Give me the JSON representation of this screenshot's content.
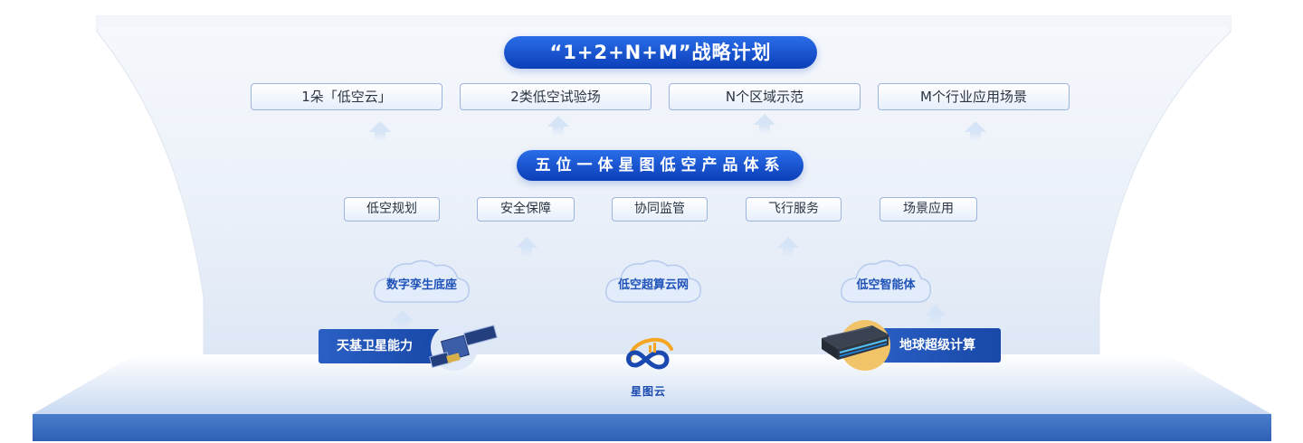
{
  "title": "“1+2+N+M”战略计划",
  "top_items": [
    {
      "label": "1朵「低空云」"
    },
    {
      "label": "2类低空试验场"
    },
    {
      "label": "N个区域示范"
    },
    {
      "label": "M个行业应用场景"
    }
  ],
  "system_title": "五位一体星图低空产品体系",
  "products": [
    {
      "label": "低空规划"
    },
    {
      "label": "安全保障"
    },
    {
      "label": "协同监管"
    },
    {
      "label": "飞行服务"
    },
    {
      "label": "场景应用"
    }
  ],
  "foundations": [
    {
      "label": "数字孪生底座"
    },
    {
      "label": "低空超算云网"
    },
    {
      "label": "低空智能体"
    }
  ],
  "capabilities": [
    {
      "label": "天基卫星能力"
    },
    {
      "label": "地球超级计算"
    }
  ],
  "logo": {
    "text": "星图云"
  },
  "colors": {
    "primary_blue": "#0b3fb8",
    "accent_blue": "#2a6de8",
    "base_blue": "#3a6fc0",
    "logo_orange": "#f5a623"
  }
}
